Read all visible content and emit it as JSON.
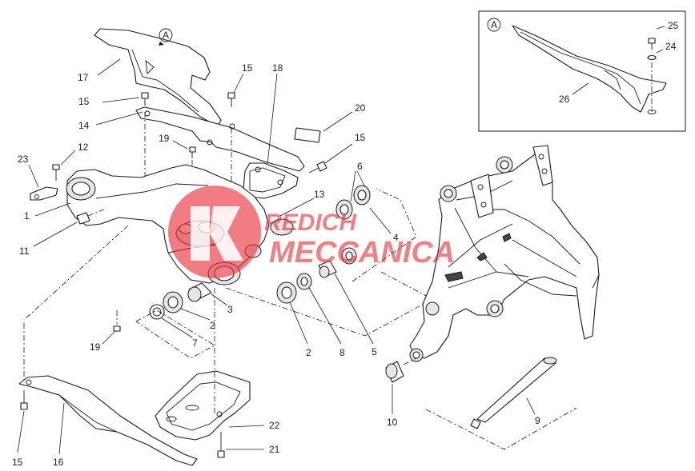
{
  "inset": {
    "marker": "A"
  },
  "callout_marker": "A",
  "watermark": {
    "line1": "REDICH",
    "line2": "MECCANICA",
    "color": "#e8323a"
  },
  "labels": {
    "p25": "25",
    "p24": "24",
    "p26": "26",
    "p17": "17",
    "p15a": "15",
    "p18": "18",
    "p15b": "15",
    "p14": "14",
    "p20": "20",
    "p15c": "15",
    "p19a": "19",
    "p12": "12",
    "p23": "23",
    "p6": "6",
    "p1": "1",
    "p13": "13",
    "p11": "11",
    "p4": "4",
    "p3": "3",
    "p2a": "2",
    "p7": "7",
    "p19b": "19",
    "p2b": "2",
    "p8": "8",
    "p5": "5",
    "p10": "10",
    "p9": "9",
    "p22": "22",
    "p21": "21",
    "p15d": "15",
    "p16": "16"
  }
}
